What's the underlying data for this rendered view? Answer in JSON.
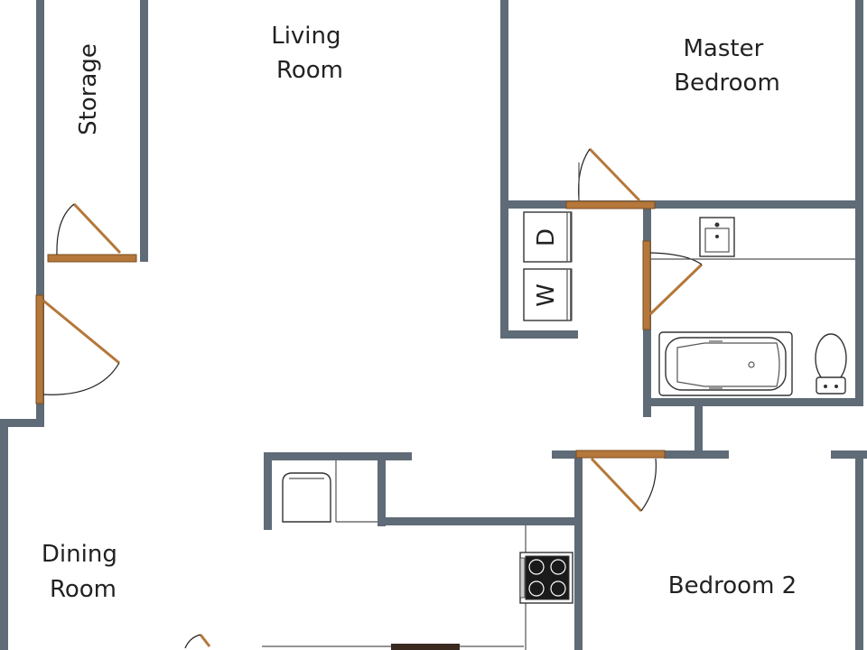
{
  "rooms": {
    "living_room": [
      "Living",
      "Room"
    ],
    "master_bedroom": [
      "Master",
      "Bedroom"
    ],
    "storage": "Storage",
    "dining_room": [
      "Dining",
      "Room"
    ],
    "bedroom_2": "Bedroom 2"
  },
  "appliances": {
    "dryer": "D",
    "washer": "W"
  },
  "colors": {
    "wall": "#5f6b77",
    "door": "#b5773a"
  }
}
